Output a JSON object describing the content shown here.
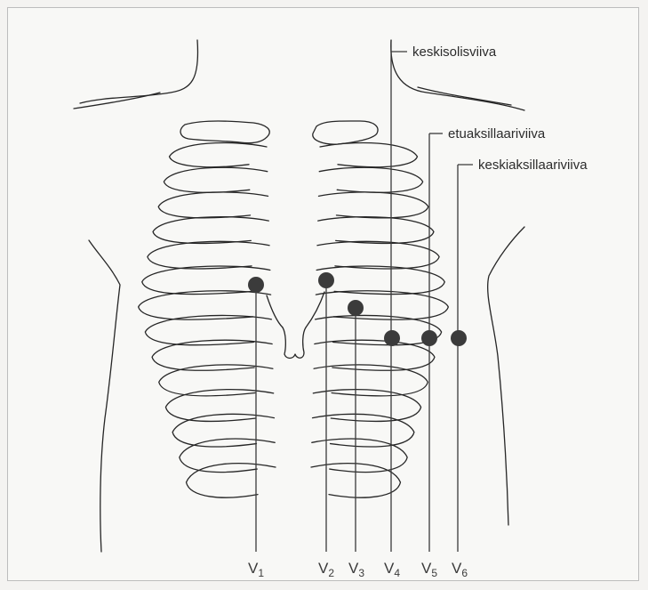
{
  "labels": {
    "midclavicular": "keskisolisviiva",
    "anterior_axillary": "etuaksillaariviiva",
    "mid_axillary": "keskiaksillaariviiva"
  },
  "leads": [
    {
      "prefix": "V",
      "sub": "1"
    },
    {
      "prefix": "V",
      "sub": "2"
    },
    {
      "prefix": "V",
      "sub": "3"
    },
    {
      "prefix": "V",
      "sub": "4"
    },
    {
      "prefix": "V",
      "sub": "5"
    },
    {
      "prefix": "V",
      "sub": "6"
    }
  ],
  "colors": {
    "electrode": "#3b3b3b",
    "line": "#262626"
  }
}
